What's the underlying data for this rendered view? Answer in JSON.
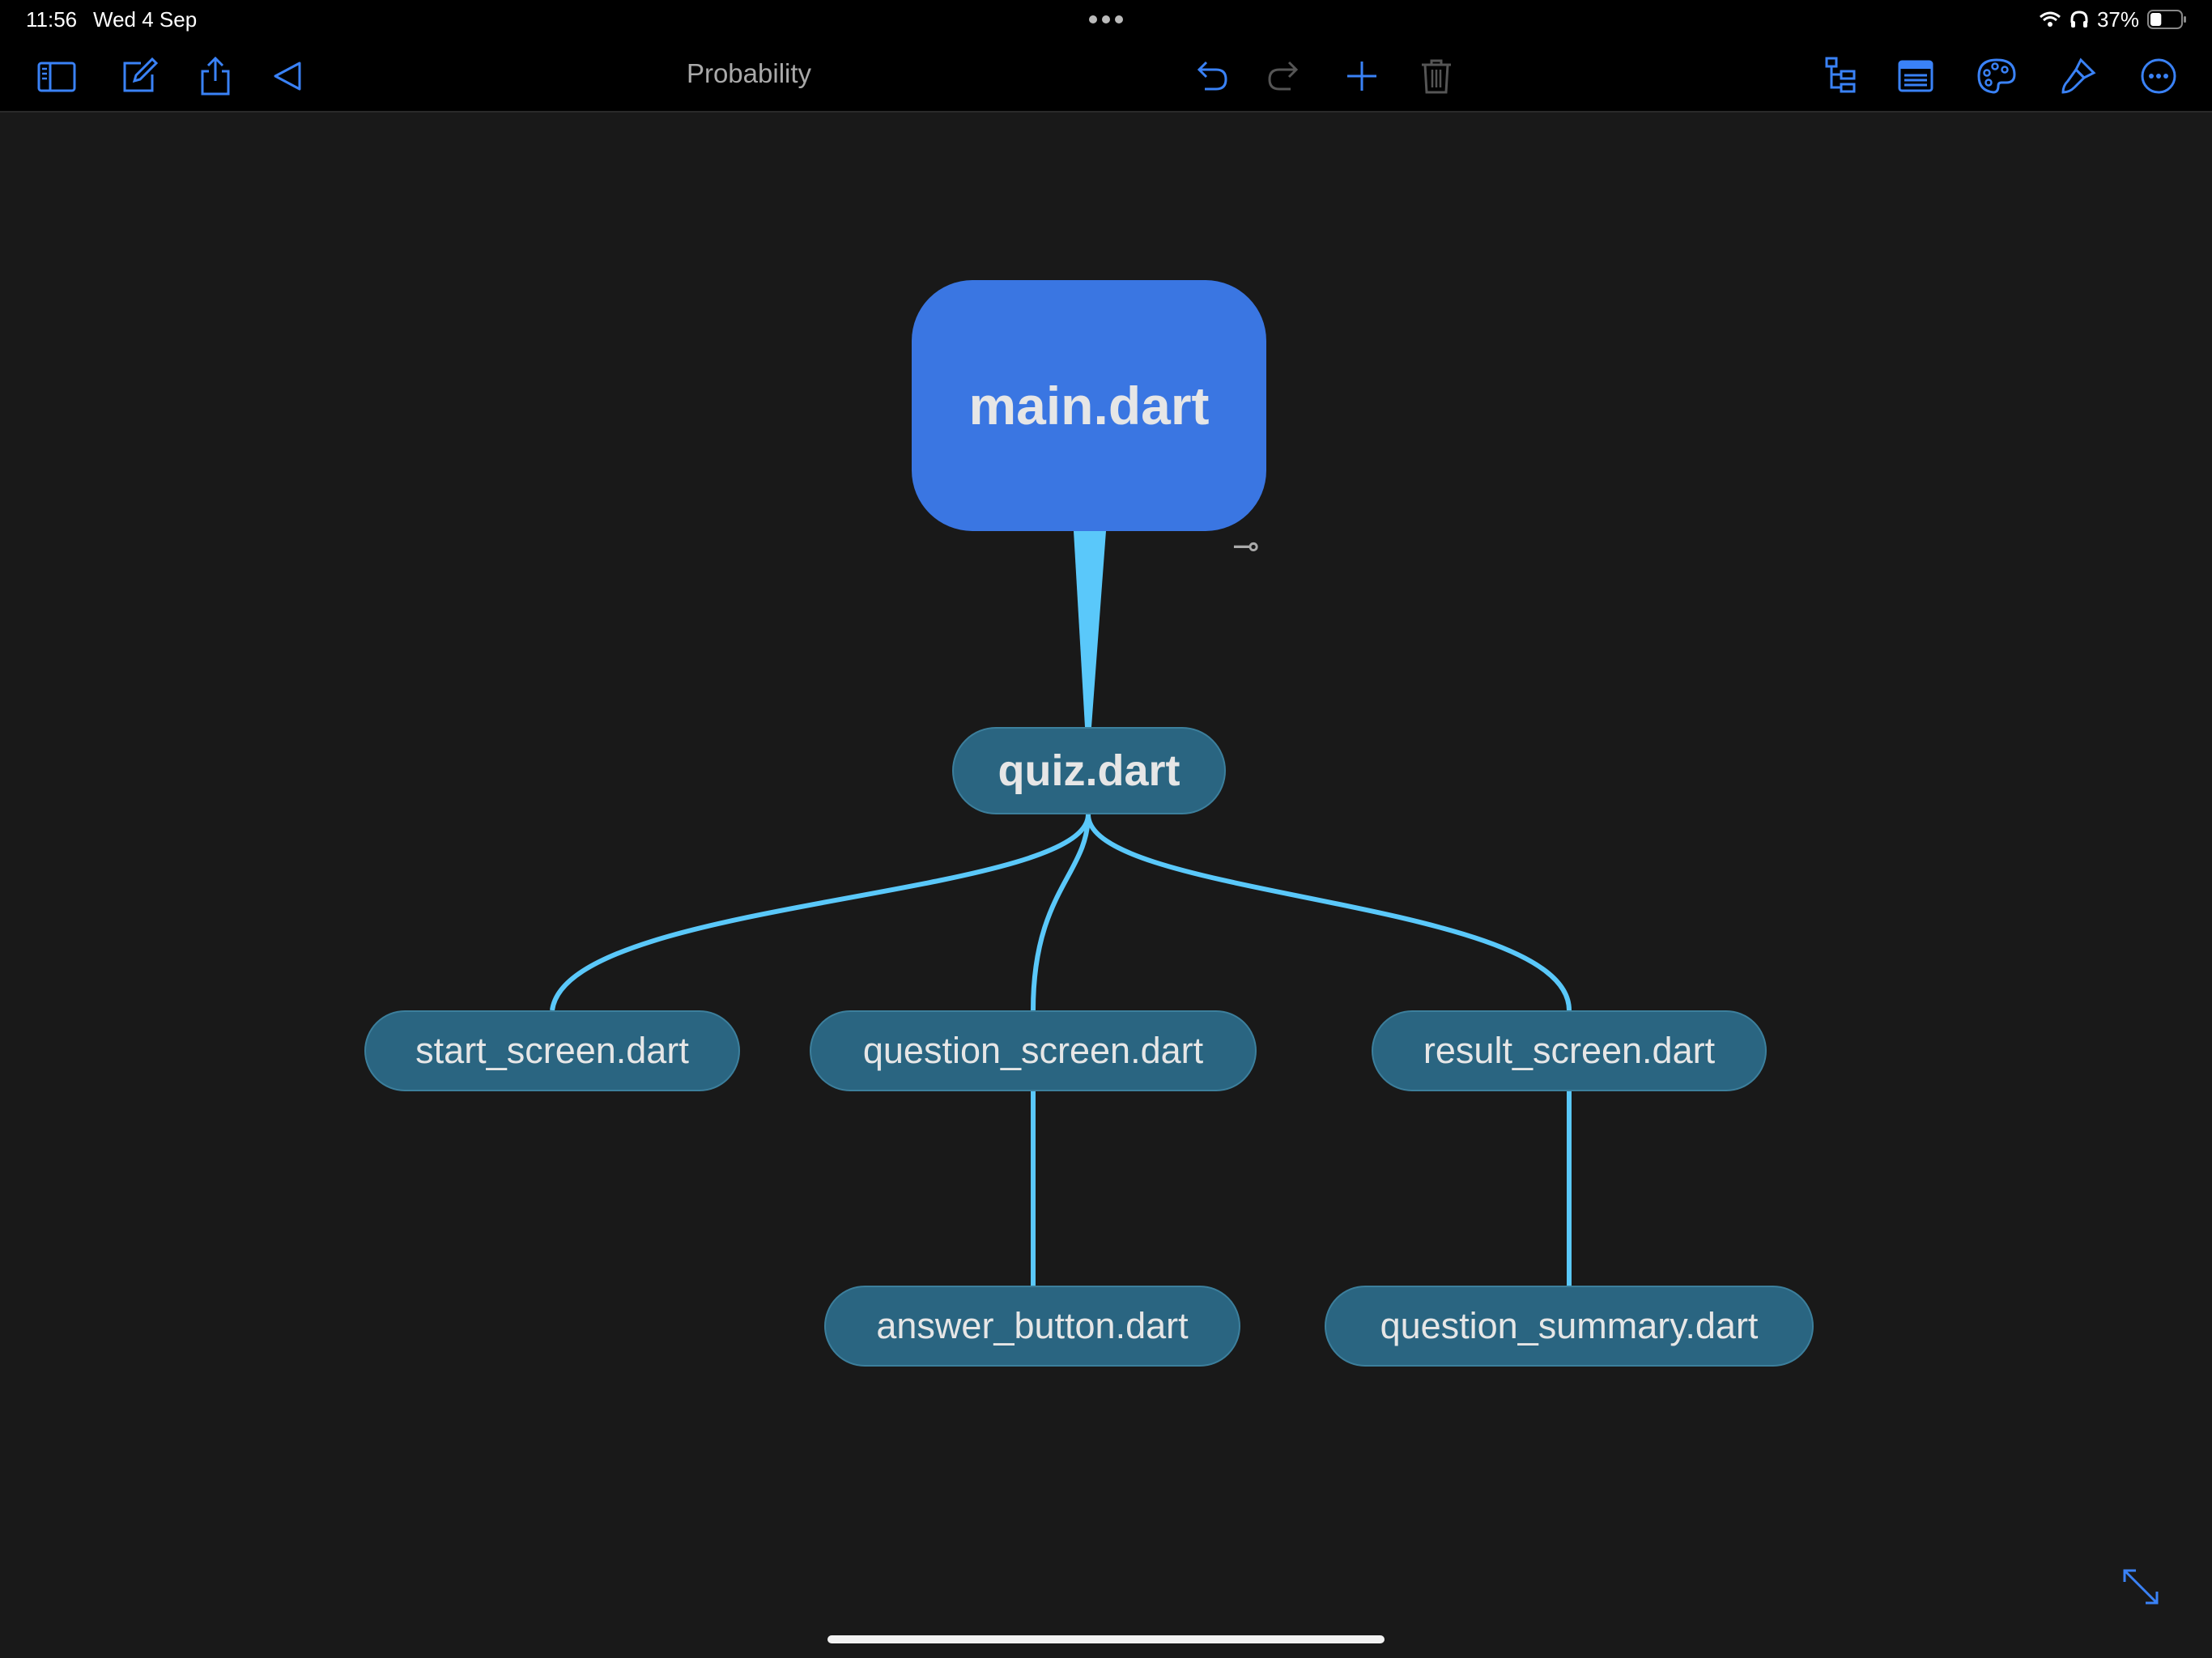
{
  "status_bar": {
    "time": "11:56",
    "date": "Wed 4 Sep",
    "battery_percent": "37%",
    "battery_level": 0.37
  },
  "toolbar": {
    "document_title": "Probability",
    "left_icons": [
      "sidebar-icon",
      "compose-icon",
      "share-icon",
      "back-triangle-icon"
    ],
    "center_icons": [
      "undo-icon",
      "redo-icon",
      "plus-icon",
      "trash-icon"
    ],
    "right_icons": [
      "outline-tree-icon",
      "format-panel-icon",
      "palette-icon",
      "brush-icon",
      "more-ellipsis-icon"
    ],
    "accent_color": "#3a82f7"
  },
  "mindmap": {
    "root": {
      "label": "main.dart",
      "color": "#3a76e2"
    },
    "hub": {
      "label": "quiz.dart",
      "color": "#2a6581"
    },
    "children": [
      {
        "label": "start_screen.dart"
      },
      {
        "label": "question_screen.dart"
      },
      {
        "label": "result_screen.dart"
      }
    ],
    "grandchildren": [
      {
        "label": "answer_button.dart",
        "parent": "question_screen.dart"
      },
      {
        "label": "question_summary.dart",
        "parent": "result_screen.dart"
      }
    ],
    "connector_color": "#5ac8fa",
    "collapse_glyph": "⊸"
  }
}
